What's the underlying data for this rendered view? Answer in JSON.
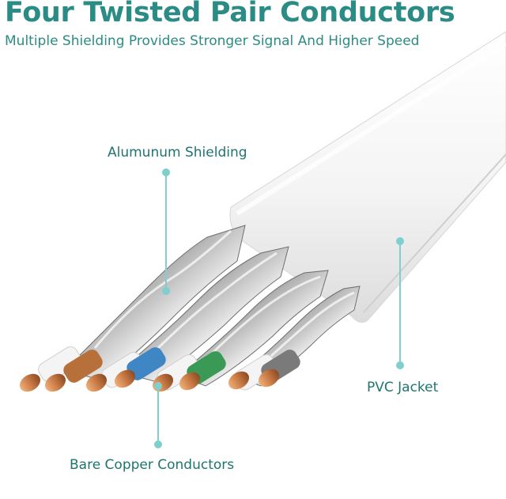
{
  "header": {
    "title": "Four Twisted Pair Conductors",
    "subtitle": "Multiple Shielding Provides Stronger Signal And Higher Speed"
  },
  "callouts": {
    "shielding": "Alumunum Shielding",
    "jacket": "PVC Jacket",
    "copper": "Bare Copper Conductors"
  },
  "colors": {
    "accent": "#2a8c84",
    "callout_line": "#7fcfcc",
    "pair_orange": "#b8703a",
    "pair_blue": "#3f86c4",
    "pair_green": "#3a9a55",
    "pair_brown": "#7a7a7a"
  }
}
